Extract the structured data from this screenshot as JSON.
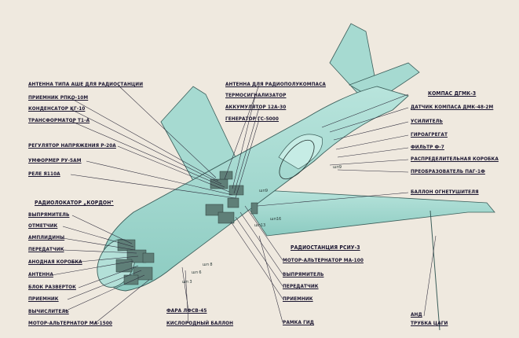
{
  "labels_left": [
    "АНТЕННА ТИПА АШЕ ДЛЯ РАДИОСТАНЦИИ",
    "ПРИЕМНИК РПКО-10М",
    "КОНДЕНСАТОР КГ-10",
    "ТРАНСФОРМАТОР Т1-А",
    "РЕГУЛЯТОР НАПРЯЖЕНИЯ Р-20А",
    "УМФОРМЕР РУ-5АМ",
    "РЕЛЕ Я110А"
  ],
  "radar_title": "РАДИОЛОКАТОР „КОРДОН\"",
  "labels_radar": [
    "ВЫПРЯМИТЕЛЬ",
    "ОТМЕТЧИК",
    "АМПЛИДИНЫ",
    "ПЕРЕДАТЧИК",
    "АНОДНАЯ КОРОБКА",
    "АНТЕННА",
    "БЛОК РАЗВЕРТОК",
    "ПРИЕМНИК",
    "ВЫЧИСЛИТЕЛЬ",
    "МОТОР-АЛЬТЕРНАТОР МА-1500"
  ],
  "labels_top": [
    "АНТЕННА ДЛЯ РАДИОПОЛУКОМПАСА",
    "ТЕРМОСИГНАЛИЗАТОР",
    "АККУМУЛЯТОР 12А-30",
    "ГЕНЕРАТОР ГС-5000"
  ],
  "labels_right": [
    "КОМПАС ДГМК-3",
    "ДАТЧИК КОМПАСА ДМК-48-2М",
    "УСИЛИТЕЛЬ",
    "ГИРОАГРЕГАТ",
    "ФИЛЬТР Ф-7",
    "РАСПРЕДЕЛИТЕЛЬНАЯ КОРОБКА",
    "ПРЕОБРАЗОВАТЕЛЬ ПАГ-1Ф",
    "БАЛЛОН ОГНЕТУШИТЕЛЯ"
  ],
  "radio_title": "РАДИОСТАНЦИЯ РСИУ-3",
  "labels_radio": [
    "МОТОР-АЛЬТЕРНАТОР МА-100",
    "ВЫПРЯМИТЕЛЬ",
    "ПЕРЕДАТЧИК",
    "ПРИЕМНИК",
    "РАМКА ГИД"
  ],
  "labels_bottom": [
    "ФАРА ЛФСВ-45",
    "КИСЛОРОДНЫЙ БАЛЛОН"
  ],
  "labels_pitot": [
    "АНД",
    "ТРУБКА ЦАГИ"
  ],
  "colors": {
    "background": "#efe9df",
    "airframe": "#9ed6cd",
    "outline": "#3b5e5a",
    "equipment": "#5f7f78",
    "text": "#1a1530"
  }
}
